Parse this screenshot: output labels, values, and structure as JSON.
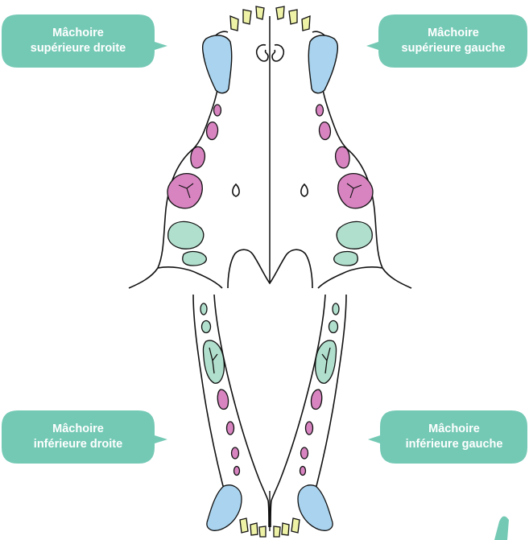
{
  "labels": {
    "upper_right": {
      "line1": "Mâchoire",
      "line2": "supérieure droite"
    },
    "upper_left": {
      "line1": "Mâchoire",
      "line2": "supérieure gauche"
    },
    "lower_right": {
      "line1": "Mâchoire",
      "line2": "inférieure droite"
    },
    "lower_left": {
      "line1": "Mâchoire",
      "line2": "inférieure gauche"
    }
  },
  "colors": {
    "bubble": "#74c9b5",
    "incisor": "#eef2a6",
    "canine": "#a9d3ee",
    "premolar": "#d784c0",
    "molar": "#b1dfcd",
    "outline": "#111111"
  },
  "tooth_groups": [
    "incisors",
    "canines",
    "premolars",
    "molars"
  ]
}
